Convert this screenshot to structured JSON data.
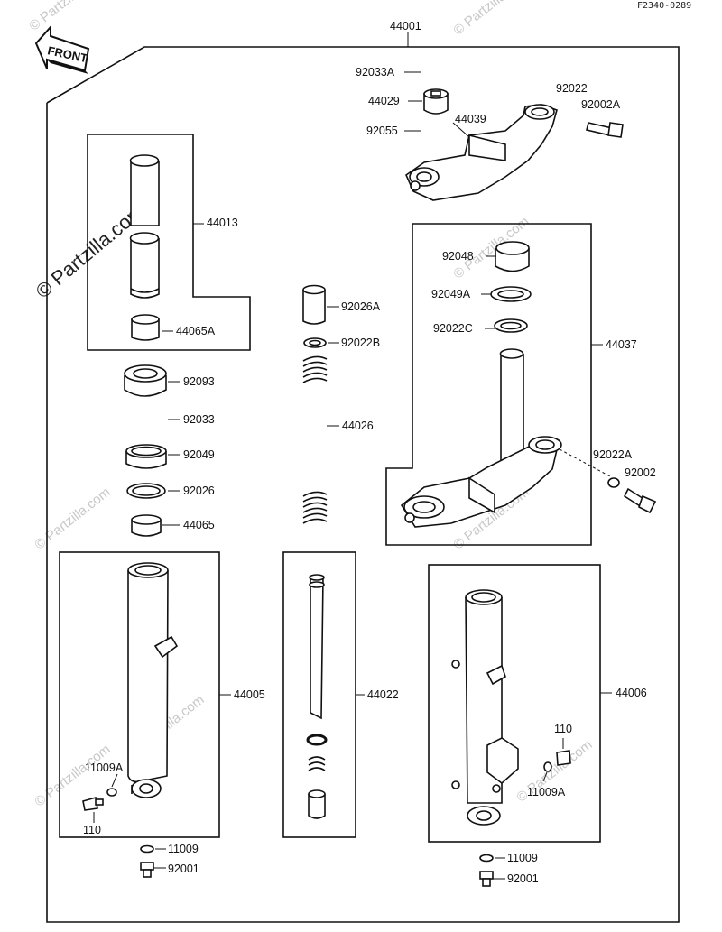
{
  "diagram": {
    "corner_code": "F2340-0289",
    "front_label": "FRONT",
    "watermark": "© Partzilla.com",
    "labels": {
      "assembly": "44001",
      "p92033A": "92033A",
      "p44029": "44029",
      "p92055": "92055",
      "p44039": "44039",
      "p92022": "92022",
      "p92002A": "92002A",
      "p44013": "44013",
      "p44065A": "44065A",
      "p92026A": "92026A",
      "p92022B": "92022B",
      "p44026": "44026",
      "p92048": "92048",
      "p92049A": "92049A",
      "p92022C": "92022C",
      "p44037": "44037",
      "p92022A": "92022A",
      "p92002": "92002",
      "p92093": "92093",
      "p92033": "92033",
      "p92049": "92049",
      "p92026": "92026",
      "p44065": "44065",
      "p44005": "44005",
      "p11009A_left": "11009A",
      "p110_left": "110",
      "p11009_left": "11009",
      "p92001_left": "92001",
      "p44022": "44022",
      "p44006": "44006",
      "p110_right": "110",
      "p11009A_right": "11009A",
      "p11009_right": "11009",
      "p92001_right": "92001"
    }
  }
}
